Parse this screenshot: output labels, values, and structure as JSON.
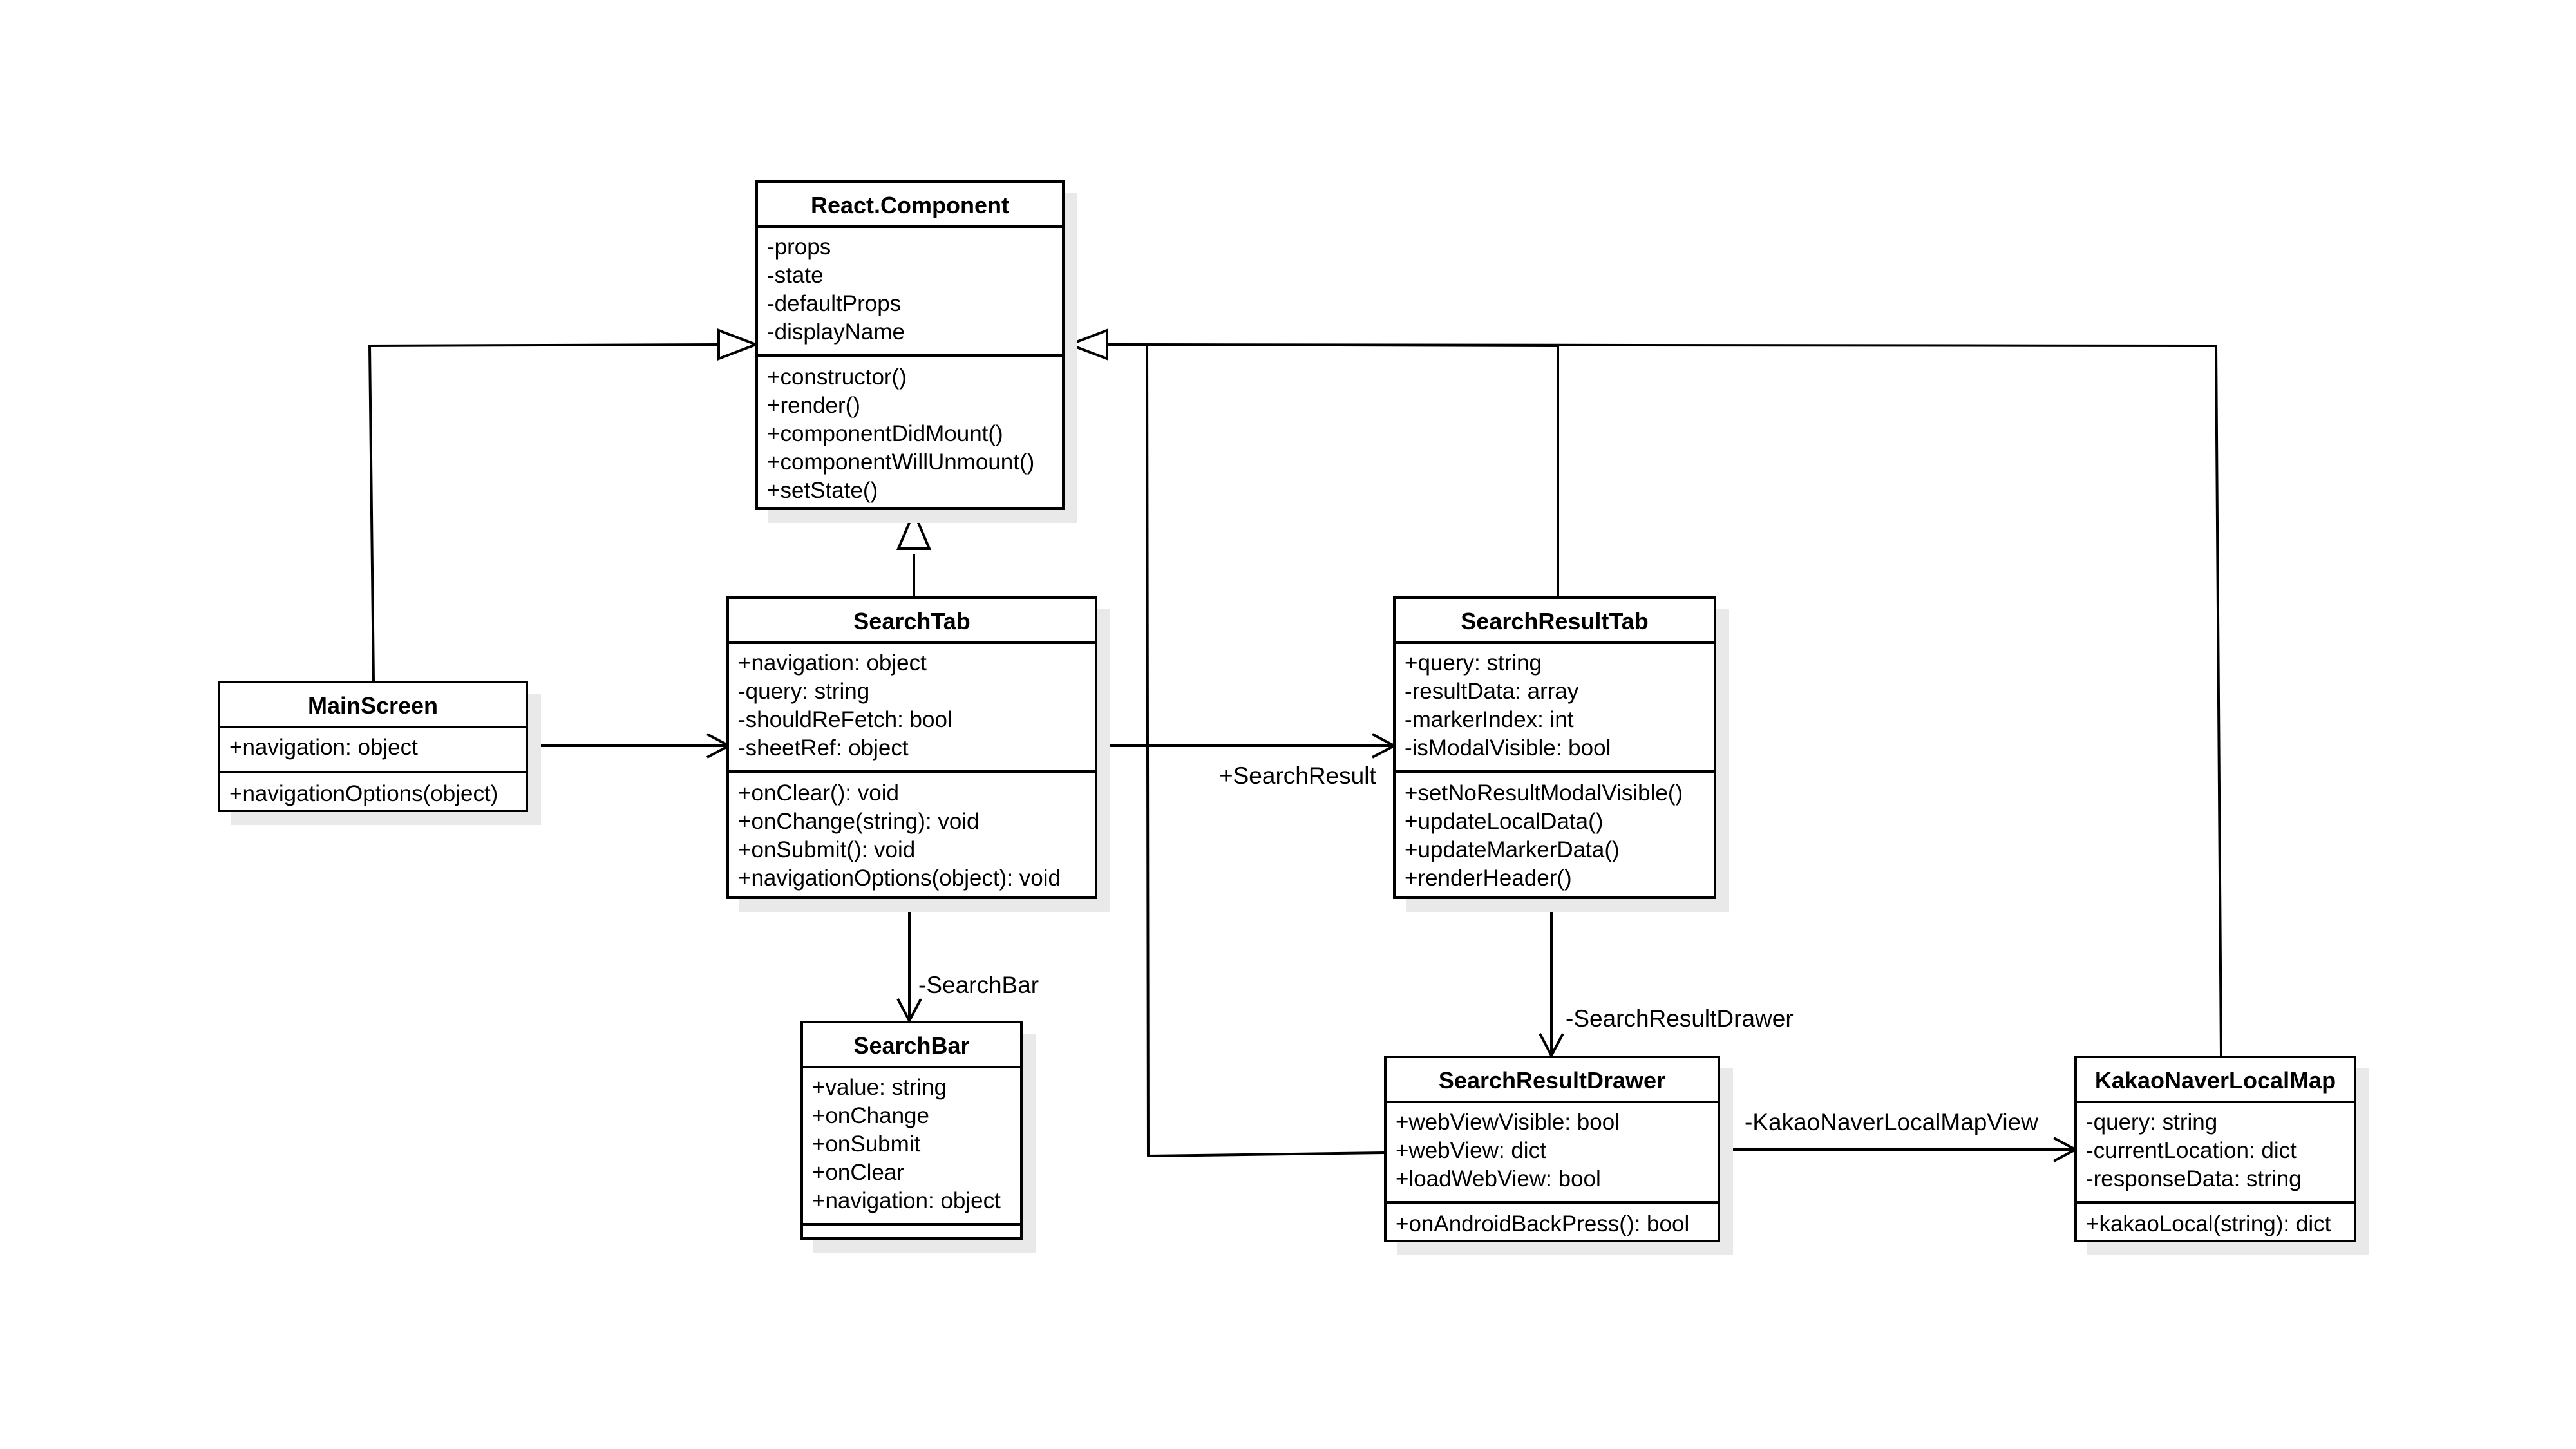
{
  "classes": {
    "react_component": {
      "name": "React.Component",
      "attributes": [
        "-props",
        "-state",
        "-defaultProps",
        "-displayName"
      ],
      "methods": [
        "+constructor()",
        "+render()",
        "+componentDidMount()",
        "+componentWillUnmount()",
        "+setState()"
      ]
    },
    "main_screen": {
      "name": "MainScreen",
      "attributes": [
        "+navigation: object"
      ],
      "methods": [
        "+navigationOptions(object)"
      ]
    },
    "search_tab": {
      "name": "SearchTab",
      "attributes": [
        "+navigation: object",
        "-query: string",
        "-shouldReFetch: bool",
        "-sheetRef: object"
      ],
      "methods": [
        "+onClear(): void",
        "+onChange(string): void",
        "+onSubmit(): void",
        "+navigationOptions(object): void"
      ]
    },
    "search_result_tab": {
      "name": "SearchResultTab",
      "attributes": [
        "+query: string",
        "-resultData: array",
        "-markerIndex: int",
        "-isModalVisible: bool"
      ],
      "methods": [
        "+setNoResultModalVisible()",
        "+updateLocalData()",
        "+updateMarkerData()",
        "+renderHeader()"
      ]
    },
    "search_bar": {
      "name": "SearchBar",
      "attributes": [
        "+value: string",
        "+onChange",
        "+onSubmit",
        "+onClear",
        "+navigation: object"
      ],
      "methods": []
    },
    "search_result_drawer": {
      "name": "SearchResultDrawer",
      "attributes": [
        "+webViewVisible: bool",
        "+webView: dict",
        "+loadWebView: bool"
      ],
      "methods": [
        "+onAndroidBackPress(): bool"
      ]
    },
    "kakao_naver_local_map": {
      "name": "KakaoNaverLocalMap",
      "attributes": [
        "-query: string",
        "-currentLocation: dict",
        "-responseData: string"
      ],
      "methods": [
        "+kakaoLocal(string): dict"
      ]
    }
  },
  "labels": {
    "search_result": "+SearchResult",
    "search_bar": "-SearchBar",
    "search_result_drawer": "-SearchResultDrawer",
    "kakao_naver_local_map_view": "-KakaoNaverLocalMapView"
  }
}
